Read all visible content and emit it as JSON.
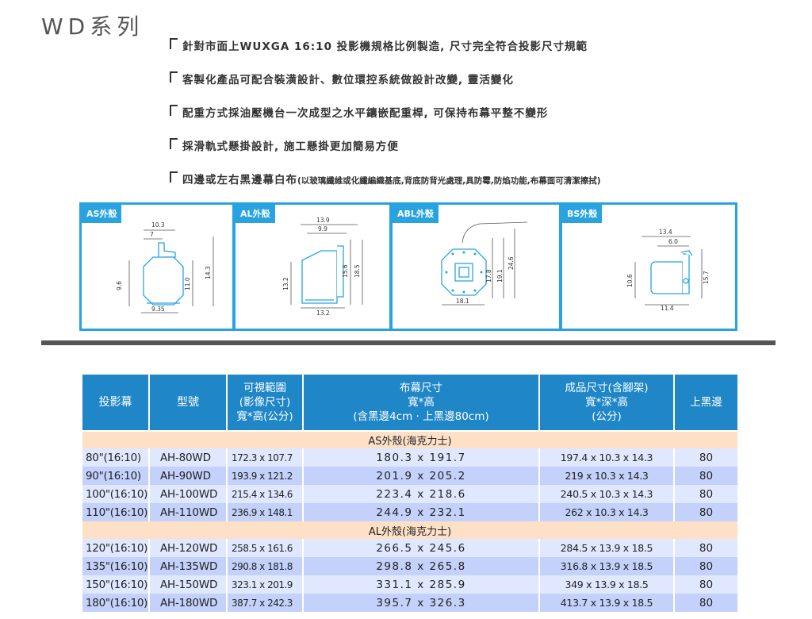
{
  "title": "WD系列",
  "features": [
    {
      "main": "針對市面上WUXGA 16:10 投影機規格比例製造, 尺寸完全符合投影尺寸規範",
      "note": ""
    },
    {
      "main": "客製化產品可配合裝潢設計、數位環控系統做設計改變, 靈活變化",
      "note": ""
    },
    {
      "main": "配重方式採油壓機台一次成型之水平鑲嵌配重桿, 可保持布幕平整不變形",
      "note": ""
    },
    {
      "main": "採滑軌式懸掛設計, 施工懸掛更加簡易方便",
      "note": ""
    },
    {
      "main": "四邊或左右黑邊幕白布",
      "note": "(以玻璃纖維或化纖編織基底,背底防背光處理,具防霉,防焰功能,布幕面可清潔擦拭)"
    }
  ],
  "profiles": [
    {
      "label": "AS外殼",
      "dims": {
        "top1": "10.3",
        "top2": "7",
        "left": "9.6",
        "h1": "11.0",
        "h2": "14.3",
        "bottom": "9.35"
      }
    },
    {
      "label": "AL外殼",
      "dims": {
        "top1": "13.9",
        "top2": "9.9",
        "left": "13.2",
        "h1": "15.6",
        "h2": "18.5",
        "bottom": "13.2"
      }
    },
    {
      "label": "ABL外殼",
      "dims": {
        "h1": "17.8",
        "h2": "19.1",
        "h3": "24.6",
        "bottom": "18.1"
      }
    },
    {
      "label": "BS外殼",
      "dims": {
        "top1": "13.4",
        "top2": "6.0",
        "left": "10.6",
        "right": "15.7",
        "bottom": "11.4"
      }
    }
  ],
  "table": {
    "headers": {
      "screen": "投影幕",
      "model": "型號",
      "view": [
        "可視範圍",
        "(影像尺寸)",
        "寬*高(公分)"
      ],
      "fabric": [
        "布幕尺寸",
        "寬*高",
        "(含黑邊4cm · 上黑邊80cm)"
      ],
      "size": [
        "成品尺寸(含腳架)",
        "寬*深*高",
        "(公分)"
      ],
      "border": "上黑邊"
    },
    "sections": [
      {
        "name": "AS外殼(海克力士)",
        "rows": [
          {
            "screen": "80\"(16:10)",
            "model": "AH-80WD",
            "view": "172.3 x 107.7",
            "fabric": "180.3 x 191.7",
            "size": "197.4 x 10.3 x 14.3",
            "border": "80"
          },
          {
            "screen": "90\"(16:10)",
            "model": "AH-90WD",
            "view": "193.9 x 121.2",
            "fabric": "201.9 x 205.2",
            "size": "219 x 10.3 x 14.3",
            "border": "80"
          },
          {
            "screen": "100\"(16:10)",
            "model": "AH-100WD",
            "view": "215.4 x 134.6",
            "fabric": "223.4 x 218.6",
            "size": "240.5 x 10.3 x 14.3",
            "border": "80"
          },
          {
            "screen": "110\"(16:10)",
            "model": "AH-110WD",
            "view": "236.9 x 148.1",
            "fabric": "244.9 x 232.1",
            "size": "262 x 10.3 x 14.3",
            "border": "80"
          }
        ]
      },
      {
        "name": "AL外殼(海克力士)",
        "rows": [
          {
            "screen": "120\"(16:10)",
            "model": "AH-120WD",
            "view": "258.5 x 161.6",
            "fabric": "266.5 x 245.6",
            "size": "284.5 x 13.9 x 18.5",
            "border": "80"
          },
          {
            "screen": "135\"(16:10)",
            "model": "AH-135WD",
            "view": "290.8 x 181.8",
            "fabric": "298.8 x 265.8",
            "size": "316.8 x 13.9 x 18.5",
            "border": "80"
          },
          {
            "screen": "150\"(16:10)",
            "model": "AH-150WD",
            "view": "323.1 x 201.9",
            "fabric": "331.1 x 285.9",
            "size": "349 x 13.9 x 18.5",
            "border": "80"
          },
          {
            "screen": "180\"(16:10)",
            "model": "AH-180WD",
            "view": "387.7 x 242.3",
            "fabric": "395.7 x 326.3",
            "size": "413.7 x 13.9 x 18.5",
            "border": "80"
          }
        ]
      }
    ]
  }
}
